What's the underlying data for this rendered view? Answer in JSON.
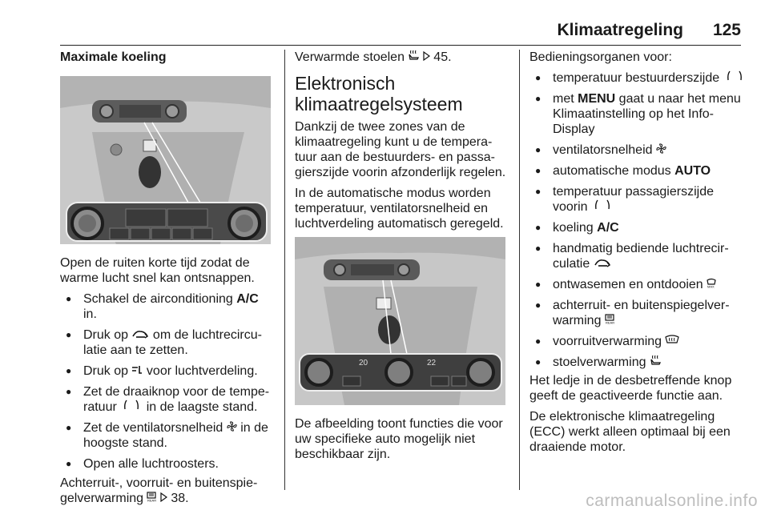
{
  "header": {
    "title": "Klimaatregeling",
    "page": "125"
  },
  "col1": {
    "heading": "Maximale koeling",
    "intro": "Open de ruiten korte tijd zodat de warme lucht snel kan ontsnappen.",
    "bullets": [
      {
        "pre": "Schakel de airconditioning ",
        "bold": "A/C",
        "post": " in."
      },
      {
        "pre": "Druk op ",
        "icon": "recirc-icon",
        "post": " om de luchtrecircu-latie aan te zetten."
      },
      {
        "pre": "Druk op ",
        "icon": "airflow-icon",
        "post": " voor luchtverdeling."
      },
      {
        "pre": "Zet de draaiknop voor de tempe-ratuur ",
        "icon": "temp-icon",
        "post": " in de laagste stand."
      },
      {
        "pre": "Zet de ventilatorsnelheid ",
        "icon": "fan-icon",
        "post": " in de hoogste stand."
      },
      {
        "pre": "Open alle luchtroosters."
      }
    ],
    "footer_pre": "Achterruit-, voorruit- en buitenspie-gelverwarming ",
    "footer_ref": " 38."
  },
  "col2": {
    "seat_pre": "Verwarmde stoelen ",
    "seat_ref": " 45.",
    "heading": "Elektronisch klimaatregelsysteem",
    "p1": "Dankzij de twee zones van de klimaatregeling kunt u de tempera-tuur aan de bestuurders- en passa-gierszijde voorin afzonderlijk regelen.",
    "p2": "In de automatische modus worden temperatuur, ventilatorsnelheid en luchtverdeling automatisch geregeld.",
    "panel_left": "20",
    "panel_right": "22",
    "p3": "De afbeelding toont functies die voor uw specifieke auto mogelijk niet beschikbaar zijn."
  },
  "col3": {
    "intro": "Bedieningsorganen voor:",
    "bullets": [
      {
        "pre": "temperatuur bestuurderszijde ",
        "icon": "temp-icon"
      },
      {
        "pre": "met ",
        "bold": "MENU",
        "post": " gaat u naar het menu Klimaatinstelling op het Info-Display"
      },
      {
        "pre": "ventilatorsnelheid ",
        "icon": "fan-icon"
      },
      {
        "pre": "automatische modus ",
        "bold": "AUTO"
      },
      {
        "pre": "temperatuur passagierszijde voorin ",
        "icon": "temp-icon"
      },
      {
        "pre": "koeling ",
        "bold": "A/C"
      },
      {
        "pre": "handmatig bediende luchtrecir-culatie ",
        "icon": "recirc-icon"
      },
      {
        "pre": "ontwasemen en ontdooien ",
        "icon": "defrost-icon"
      },
      {
        "pre": "achterruit- en buitenspiegelver-warming ",
        "icon": "rear-heat-icon"
      },
      {
        "pre": "voorruitverwarming ",
        "icon": "front-heat-icon"
      },
      {
        "pre": "stoelverwarming ",
        "icon": "seat-heat-icon"
      }
    ],
    "p1": "Het ledje in de desbetreffende knop geeft de geactiveerde functie aan.",
    "p2": "De elektronische klimaatregeling (ECC) werkt alleen optimaal bij een draaiende motor."
  },
  "watermark": "carmanualsonline.info"
}
